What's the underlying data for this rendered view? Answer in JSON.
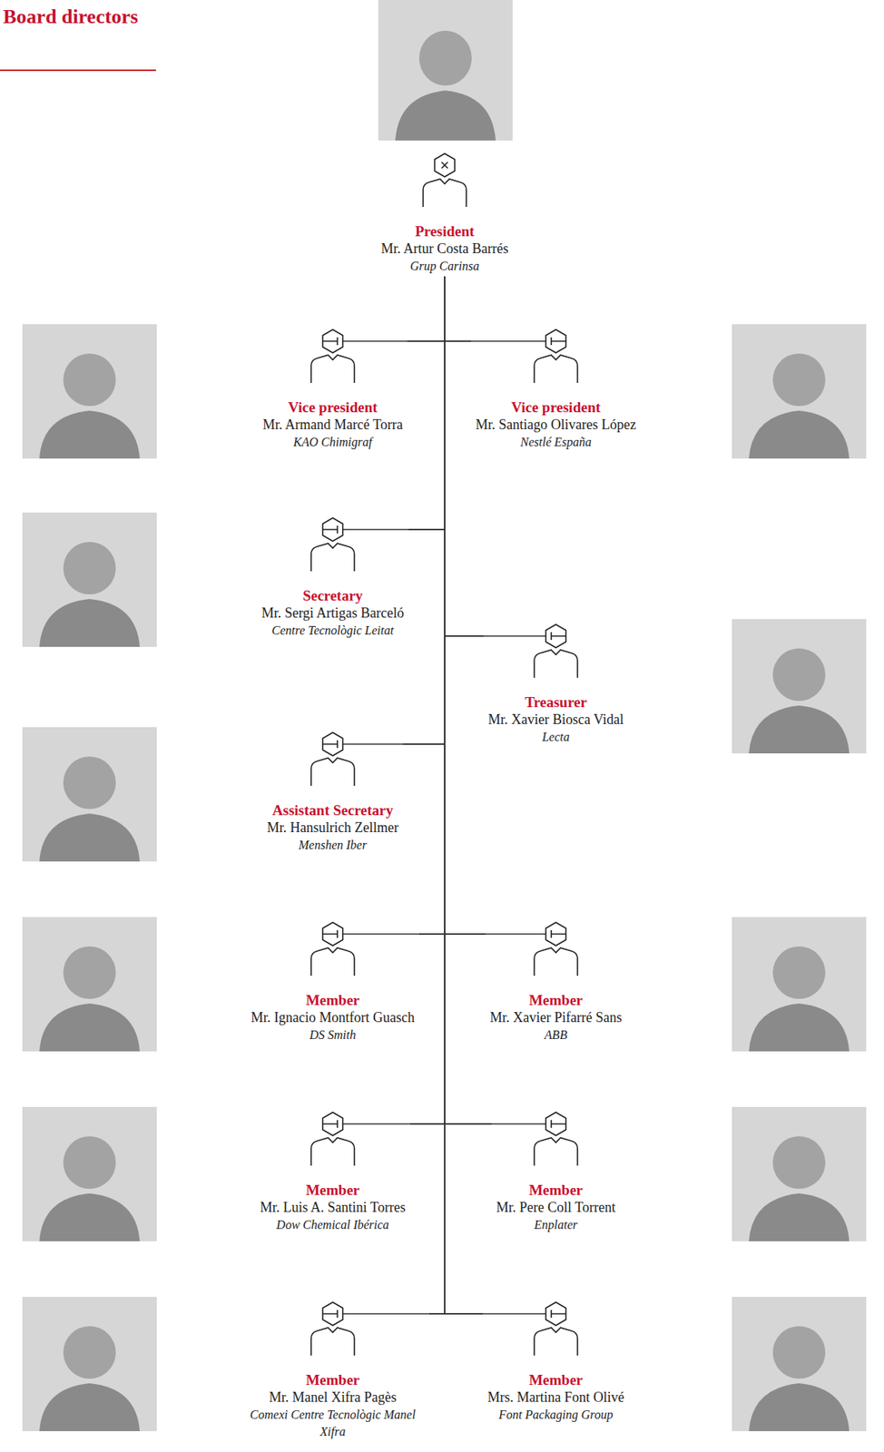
{
  "diagram": {
    "title": "Board directors",
    "nodes": [
      {
        "text": [
          "President",
          "Mr. Artur Costa Barrés",
          "Grup Carinsa"
        ]
      },
      {
        "text": [
          "Vice president",
          "Mr. Armand Marcé Torra",
          "KAO Chimigraf"
        ]
      },
      {
        "text": [
          "Vice president",
          "Mr. Santiago Olivares López",
          "Nestlé España"
        ]
      },
      {
        "text": [
          "Secretary",
          "Mr. Sergi Artigas Barceló",
          "Centre Tecnològic Leitat"
        ]
      },
      {
        "text": [
          "Treasurer",
          "Mr. Xavier Biosca Vidal",
          "Lecta"
        ]
      },
      {
        "text": [
          "Assistant Secretary",
          "Mr. Hansulrich Zellmer",
          "Menshen Iber"
        ]
      },
      {
        "text": [
          "Member",
          "Mr. Ignacio Montfort Guasch",
          "DS Smith"
        ]
      },
      {
        "text": [
          "Member",
          "Mr. Xavier Pifarré Sans",
          "ABB"
        ]
      },
      {
        "text": [
          "Member",
          "Mr. Luis A. Santini Torres",
          "Dow Chemical Ibérica"
        ]
      },
      {
        "text": [
          "Member",
          "Mr. Pere Coll Torrent",
          "Enplater"
        ]
      },
      {
        "text": [
          "Member",
          "Mr. Manel Xifra Pagès",
          "Comexi Centre Tecnològic Manel Xifra"
        ]
      },
      {
        "text": [
          "Member",
          "Mrs. Martina Font Olivé",
          "Font Packaging Group"
        ]
      }
    ],
    "edges": [
      {
        "from": 0,
        "to": 1,
        "arrow": "none"
      },
      {
        "from": 0,
        "to": 2,
        "arrow": "none"
      },
      {
        "from": 0,
        "to": 3,
        "arrow": "none"
      },
      {
        "from": 0,
        "to": 4,
        "arrow": "none"
      },
      {
        "from": 0,
        "to": 5,
        "arrow": "none"
      },
      {
        "from": 0,
        "to": 6,
        "arrow": "none"
      },
      {
        "from": 0,
        "to": 7,
        "arrow": "none"
      },
      {
        "from": 0,
        "to": 8,
        "arrow": "none"
      },
      {
        "from": 0,
        "to": 9,
        "arrow": "none"
      },
      {
        "from": 0,
        "to": 10,
        "arrow": "none"
      },
      {
        "from": 0,
        "to": 11,
        "arrow": "none"
      }
    ]
  }
}
